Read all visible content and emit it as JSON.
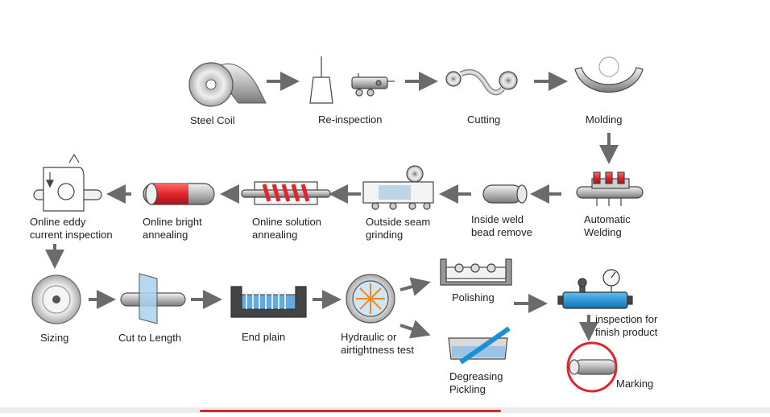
{
  "diagram": {
    "steps": [
      {
        "id": "steel-coil",
        "label": "Steel Coil"
      },
      {
        "id": "re-inspection",
        "label": "Re-inspection"
      },
      {
        "id": "cutting",
        "label": "Cutting"
      },
      {
        "id": "molding",
        "label": "Molding"
      },
      {
        "id": "automatic-welding",
        "label": "Automatic\nWelding"
      },
      {
        "id": "inside-weld-bead-remove",
        "label": "Inside weld\nbead remove"
      },
      {
        "id": "outside-seam-grinding",
        "label": "Outside seam\ngrinding"
      },
      {
        "id": "online-solution-annealing",
        "label": "Online solution\nannealing"
      },
      {
        "id": "online-bright-annealing",
        "label": "Online bright\nannealing"
      },
      {
        "id": "online-eddy-current-inspection",
        "label": "Online eddy\ncurrent inspection"
      },
      {
        "id": "sizing",
        "label": "Sizing"
      },
      {
        "id": "cut-to-length",
        "label": "Cut to Length"
      },
      {
        "id": "end-plain",
        "label": "End plain"
      },
      {
        "id": "hydraulic-airtightness-test",
        "label": "Hydraulic or\nairtightness test"
      },
      {
        "id": "polishing",
        "label": "Polishing"
      },
      {
        "id": "degreasing-pickling",
        "label": "Degreasing\nPickling"
      },
      {
        "id": "inspection-finish-product",
        "label": "inspection for\nfinish product"
      },
      {
        "id": "marking",
        "label": "Marking"
      }
    ],
    "edges": [
      [
        "steel-coil",
        "re-inspection"
      ],
      [
        "re-inspection",
        "cutting"
      ],
      [
        "cutting",
        "molding"
      ],
      [
        "molding",
        "automatic-welding"
      ],
      [
        "automatic-welding",
        "inside-weld-bead-remove"
      ],
      [
        "inside-weld-bead-remove",
        "outside-seam-grinding"
      ],
      [
        "outside-seam-grinding",
        "online-solution-annealing"
      ],
      [
        "online-solution-annealing",
        "online-bright-annealing"
      ],
      [
        "online-bright-annealing",
        "online-eddy-current-inspection"
      ],
      [
        "online-eddy-current-inspection",
        "sizing"
      ],
      [
        "sizing",
        "cut-to-length"
      ],
      [
        "cut-to-length",
        "end-plain"
      ],
      [
        "end-plain",
        "hydraulic-airtightness-test"
      ],
      [
        "hydraulic-airtightness-test",
        "polishing"
      ],
      [
        "hydraulic-airtightness-test",
        "degreasing-pickling"
      ],
      [
        "polishing",
        "inspection-finish-product"
      ],
      [
        "inspection-finish-product",
        "marking"
      ]
    ]
  },
  "colors": {
    "arrow": "#6b6b6b",
    "heater": "#e0262b",
    "tube_blue": "#1a8fd6",
    "marking_ring": "#e0262b",
    "steel": "#b9b9b9",
    "outline": "#444444"
  }
}
